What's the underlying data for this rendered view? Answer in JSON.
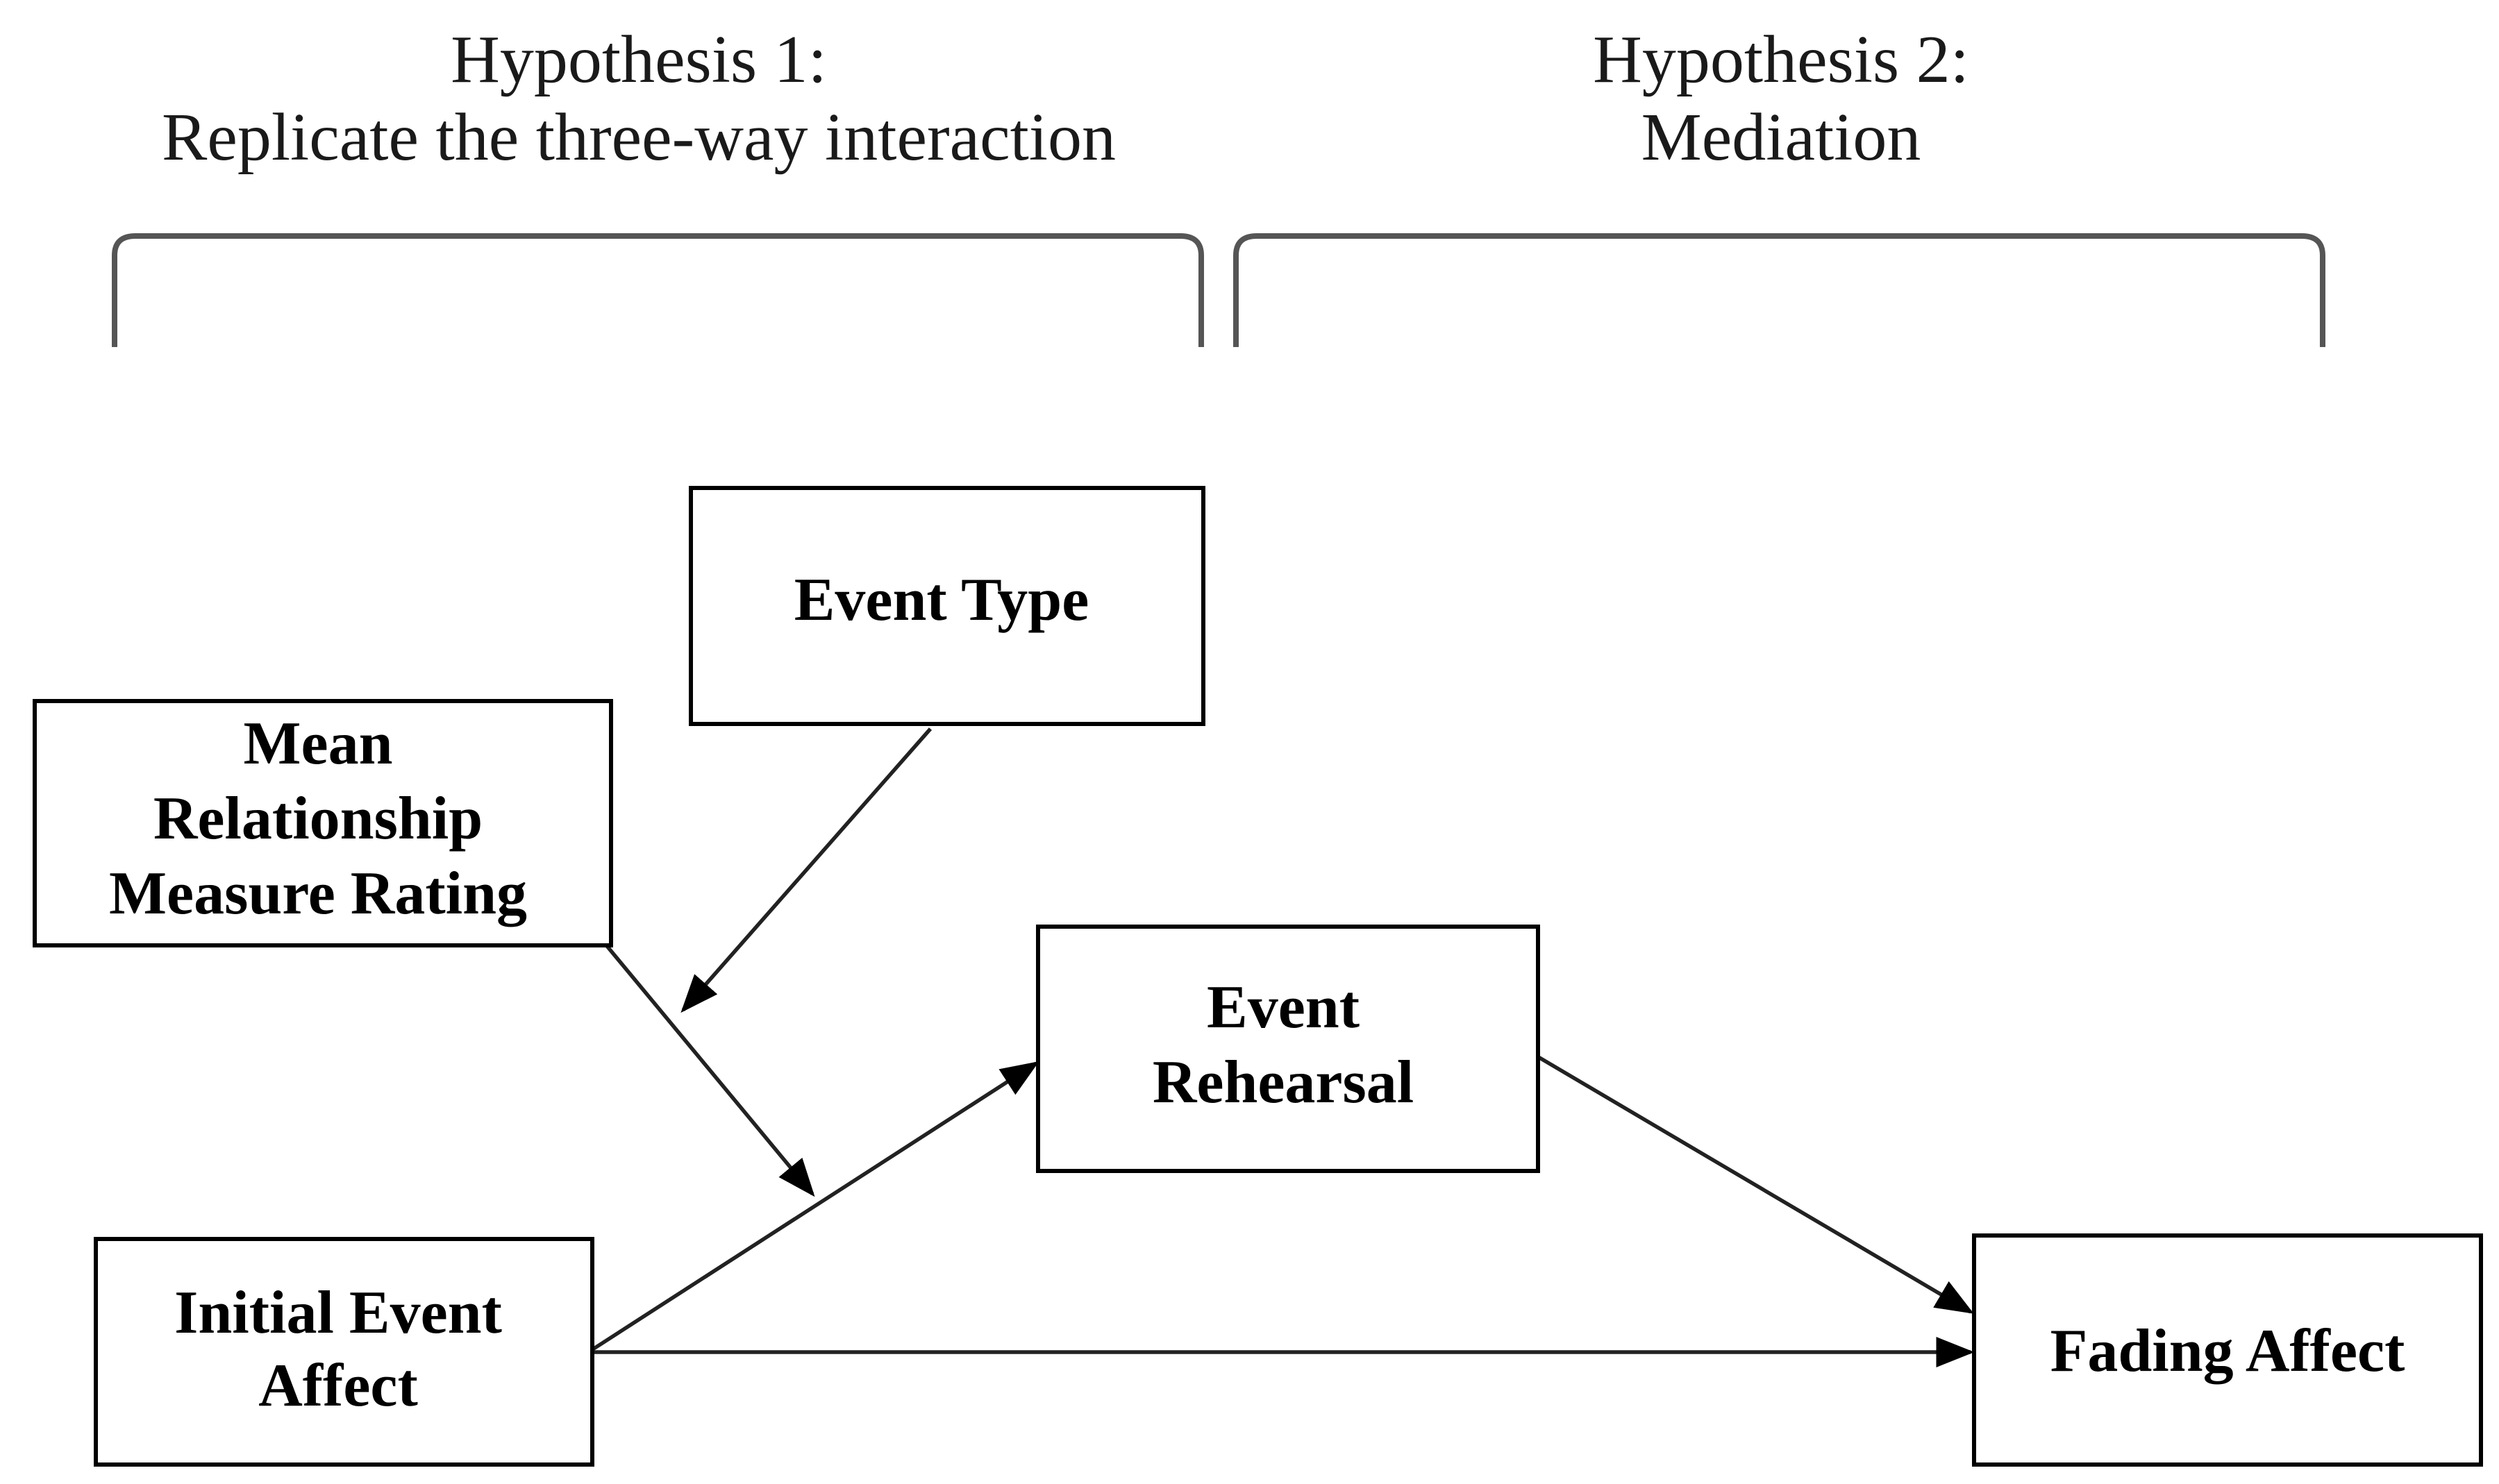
{
  "hypotheses": [
    {
      "line1": "Hypothesis 1:",
      "line2": "Replicate the three-way interaction"
    },
    {
      "line1": "Hypothesis 2:",
      "line2": "Mediation"
    }
  ],
  "boxes": {
    "event_type": {
      "lines": [
        "Event Type"
      ]
    },
    "mean_relationship": {
      "lines": [
        "Mean",
        "Relationship",
        "Measure Rating"
      ]
    },
    "event_rehearsal": {
      "lines": [
        "Event",
        "Rehearsal"
      ]
    },
    "initial_event_affect": {
      "lines": [
        "Initial Event",
        "Affect"
      ]
    },
    "fading_affect": {
      "lines": [
        "Fading Affect"
      ]
    }
  },
  "edges": [
    {
      "from": "event_type",
      "to": "mean_relationship_path"
    },
    {
      "from": "mean_relationship",
      "to": "initial_event_affect_path"
    },
    {
      "from": "initial_event_affect",
      "to": "event_rehearsal"
    },
    {
      "from": "event_rehearsal",
      "to": "fading_affect"
    },
    {
      "from": "initial_event_affect",
      "to": "fading_affect"
    }
  ],
  "colors": {
    "box_stroke": "#000000",
    "bracket_stroke": "#555555",
    "arrow": "#222222"
  }
}
